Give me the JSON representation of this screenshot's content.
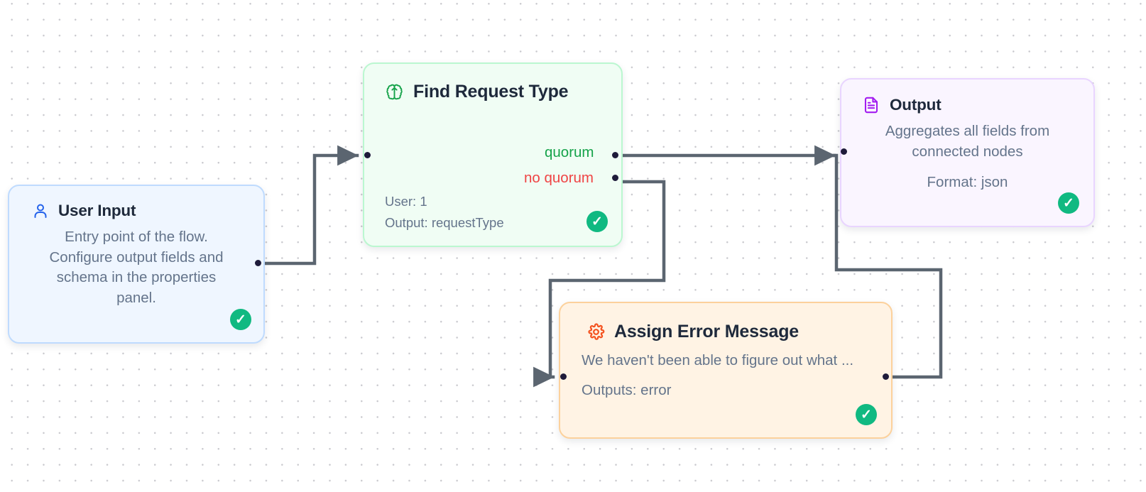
{
  "canvas": {
    "background_color": "#ffffff",
    "grid": "dot-grid",
    "edge_color": "#5b6570"
  },
  "status_badge": {
    "glyph": "✓",
    "color": "#10b981",
    "title": "valid"
  },
  "nodes": [
    {
      "id": "user-input",
      "title": "User Input",
      "icon": "user-icon",
      "icon_color": "#2563eb",
      "accent": "#bfdbfe",
      "background": "#eff6ff",
      "description": "Entry point of the flow. Configure output fields and schema in the properties panel.",
      "status": "✓"
    },
    {
      "id": "find-request-type",
      "title": "Find Request Type",
      "icon": "brain-icon",
      "icon_color": "#16a34a",
      "accent": "#bbf7d0",
      "background": "#f0fdf4",
      "meta": [
        "User: 1",
        "Output: requestType"
      ],
      "outputs": [
        {
          "label": "quorum",
          "color": "#16a34a"
        },
        {
          "label": "no quorum",
          "color": "#ef4444"
        }
      ],
      "status": "✓"
    },
    {
      "id": "output",
      "title": "Output",
      "icon": "document-icon",
      "icon_color": "#a21cf0",
      "accent": "#e9d5ff",
      "background": "#faf5ff",
      "description": "Aggregates all fields from connected nodes",
      "format": "Format: json",
      "status": "✓"
    },
    {
      "id": "assign-error-message",
      "title": "Assign Error Message",
      "icon": "gear-icon",
      "icon_color": "#f4511e",
      "accent": "#fcd19c",
      "background": "#fff3e4",
      "description": "We haven't been able to figure out what ...",
      "outputs_label": "Outputs: error",
      "status": "✓"
    }
  ],
  "edges": [
    {
      "from": "user-input",
      "to": "find-request-type",
      "from_port": "out",
      "to_port": "in"
    },
    {
      "from": "find-request-type",
      "to": "output",
      "from_port": "quorum",
      "to_port": "in"
    },
    {
      "from": "find-request-type",
      "to": "assign-error-message",
      "from_port": "no quorum",
      "to_port": "in"
    },
    {
      "from": "assign-error-message",
      "to": "output",
      "from_port": "out",
      "to_port": "in"
    }
  ]
}
